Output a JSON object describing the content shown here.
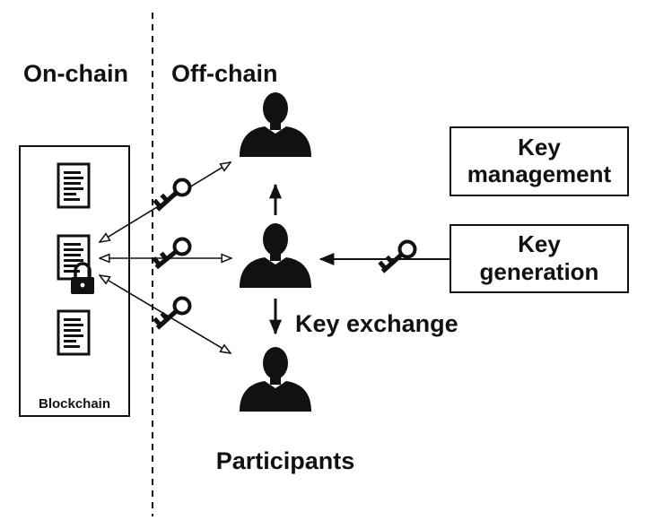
{
  "labels": {
    "on_chain": "On-chain",
    "off_chain": "Off-chain",
    "blockchain": "Blockchain",
    "key_exchange": "Key exchange",
    "participants": "Participants"
  },
  "boxes": {
    "key_management": {
      "line1": "Key",
      "line2": "management"
    },
    "key_generation": {
      "line1": "Key",
      "line2": "generation"
    }
  },
  "icons": {
    "document": "document-icon",
    "lock": "lock-icon",
    "key": "key-icon",
    "person": "person-icon"
  },
  "colors": {
    "ink": "#111111",
    "background": "#ffffff"
  }
}
